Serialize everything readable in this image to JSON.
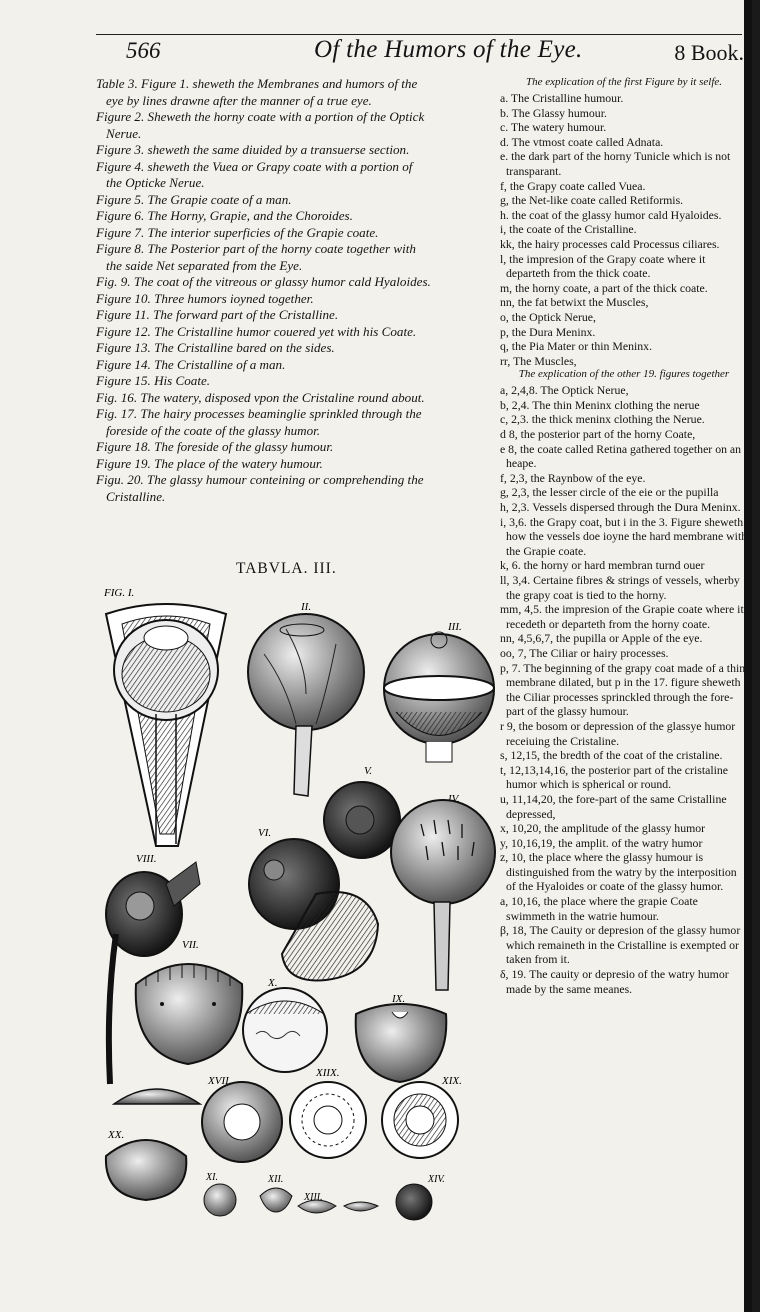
{
  "header": {
    "page_number": "566",
    "running_head": "Of the Humors of the Eye.",
    "book": "8 Book."
  },
  "table_of_figures": [
    {
      "line1": "Table 3. Figure 1. sheweth the Membranes and humors of the",
      "line2": "eye by lines drawne after the manner of a true eye."
    },
    {
      "line1": "Figure 2. Sheweth the horny coate with a portion of the Optick",
      "line2": "Nerue."
    },
    {
      "line1": "Figure 3. sheweth the same diuided by a transuerse section.",
      "line2": ""
    },
    {
      "line1": "Figure 4. sheweth the Vuea or Grapy coate with a portion of",
      "line2": "the Opticke Nerue."
    },
    {
      "line1": "Figure 5. The Grapie coate of a man.",
      "line2": ""
    },
    {
      "line1": "Figure 6. The Horny, Grapie, and the Choroides.",
      "line2": ""
    },
    {
      "line1": "Figure 7. The interior superficies of the Grapie coate.",
      "line2": ""
    },
    {
      "line1": "Figure 8. The Posterior part of the horny coate together with",
      "line2": "the saide Net separated from the Eye."
    },
    {
      "line1": "Fig. 9. The coat of the vitreous or glassy humor cald Hyaloides.",
      "line2": ""
    },
    {
      "line1": "Figure 10. Three humors ioyned together.",
      "line2": ""
    },
    {
      "line1": "Figure 11. The forward part of the Cristalline.",
      "line2": ""
    },
    {
      "line1": "Figure 12. The Cristalline humor couered yet with his Coate.",
      "line2": ""
    },
    {
      "line1": "Figure 13. The Cristalline bared on the sides.",
      "line2": ""
    },
    {
      "line1": "Figure 14. The Cristalline of a man.",
      "line2": ""
    },
    {
      "line1": "Figure 15. His Coate.",
      "line2": ""
    },
    {
      "line1": "Fig. 16. The watery, disposed vpon the Cristaline round about.",
      "line2": ""
    },
    {
      "line1": "Fig. 17. The hairy processes beaminglie sprinkled through the",
      "line2": "foreside of the coate of the glassy humor."
    },
    {
      "line1": "Figure 18. The foreside of the glassy humour.",
      "line2": ""
    },
    {
      "line1": "Figure 19. The place of the watery humour.",
      "line2": ""
    },
    {
      "line1": "Figu. 20. The glassy humour conteining or comprehending the",
      "line2": "Cristalline."
    }
  ],
  "plate_title": "TABVLA. III.",
  "plate_labels": {
    "fig1": "FIG. I.",
    "fig2": "II.",
    "fig3": "III.",
    "fig4": "IV.",
    "fig5": "V.",
    "fig6": "VI.",
    "fig7": "VII.",
    "fig8": "VIII.",
    "fig9": "IX.",
    "fig10": "X.",
    "fig11": "XI.",
    "fig12": "XII.",
    "fig13": "XIII.",
    "fig14": "XIV.",
    "fig17": "XVII.",
    "fig18": "XIIX.",
    "fig19": "XIX.",
    "fig20": "XX."
  },
  "explication_first": {
    "heading": "The explication of the first Figure by it selfe.",
    "items": [
      "a. The Cristalline humour.",
      "b. The Glassy humour.",
      "c. The watery humour.",
      "d. The vtmost coate called Adnata.",
      "e. the dark part of the horny Tunicle which is not transparant.",
      "f, the Grapy coate called Vuea.",
      "g, the Net-like coate called Retiformis.",
      "h. the coat of the glassy humor cald Hyaloides.",
      "i, the coate of the Cristalline.",
      "kk, the hairy processes cald Processus ciliares.",
      "l, the impresion of the Grapy coate where it departeth from the thick coate.",
      "m, the horny coate, a part of the thick coate.",
      "nn, the fat betwixt the Muscles,",
      "o, the Optick Nerue,",
      "p, the Dura Meninx.",
      "q, the Pia Mater or thin Meninx.",
      "rr, The Muscles,"
    ]
  },
  "explication_other": {
    "heading": "The explication of the other 19. figures together",
    "items": [
      "a, 2,4,8. The Optick Nerue,",
      "b, 2,4. The thin Meninx clothing the nerue",
      "c, 2,3. the thick meninx clothing the Nerue.",
      "d 8, the posterior part of the horny Coate,",
      "e 8, the coate called Retina gathered together on an heape.",
      "f, 2,3, the Raynbow of the eye.",
      "g, 2,3, the lesser circle of the eie or the pupilla",
      "h, 2,3. Vessels dispersed through the Dura Meninx.",
      "i, 3,6. the Grapy coat, but i in the 3. Figure sheweth how the vessels doe ioyne the hard membrane with the Grapie coate.",
      "k, 6. the horny or hard membran turnd ouer",
      "ll, 3,4. Certaine fibres & strings of vessels, wherby the grapy coat is tied to the horny.",
      "mm, 4,5. the impresion of the Grapie coate where it recedeth or departeth from the horny coate.",
      "nn, 4,5,6,7, the pupilla or Apple of the eye.",
      "oo, 7, The Ciliar or hairy processes.",
      "p, 7. The beginning of the grapy coat made of a thin membrane dilated, but p in the 17. figure sheweth the Ciliar processes sprinckled through the fore-part of the glassy humour.",
      "r 9, the bosom or depression of the glassye humor receiuing the Cristaline.",
      "s, 12,15, the bredth of the coat of the cristaline.",
      "t, 12,13,14,16, the posterior part of the cristaline humor which is spherical or round.",
      "u, 11,14,20, the fore-part of the same Cristalline depressed,",
      "x, 10,20, the amplitude of the glassy humor",
      "y, 10,16,19, the amplit. of the watry humor",
      "z, 10, the place where the glassy humour is distinguished from the watry by the interposition of the Hyaloides or coate of the glassy humor.",
      "a, 10,16, the place where the grapie Coate swimmeth in the watrie humour.",
      "β, 18, The Cauity or depresion of the glassy humor which remaineth in the Cristalline is exempted or taken from it.",
      "δ, 19. The cauity or depresio of the watry humor made by the same meanes."
    ]
  }
}
